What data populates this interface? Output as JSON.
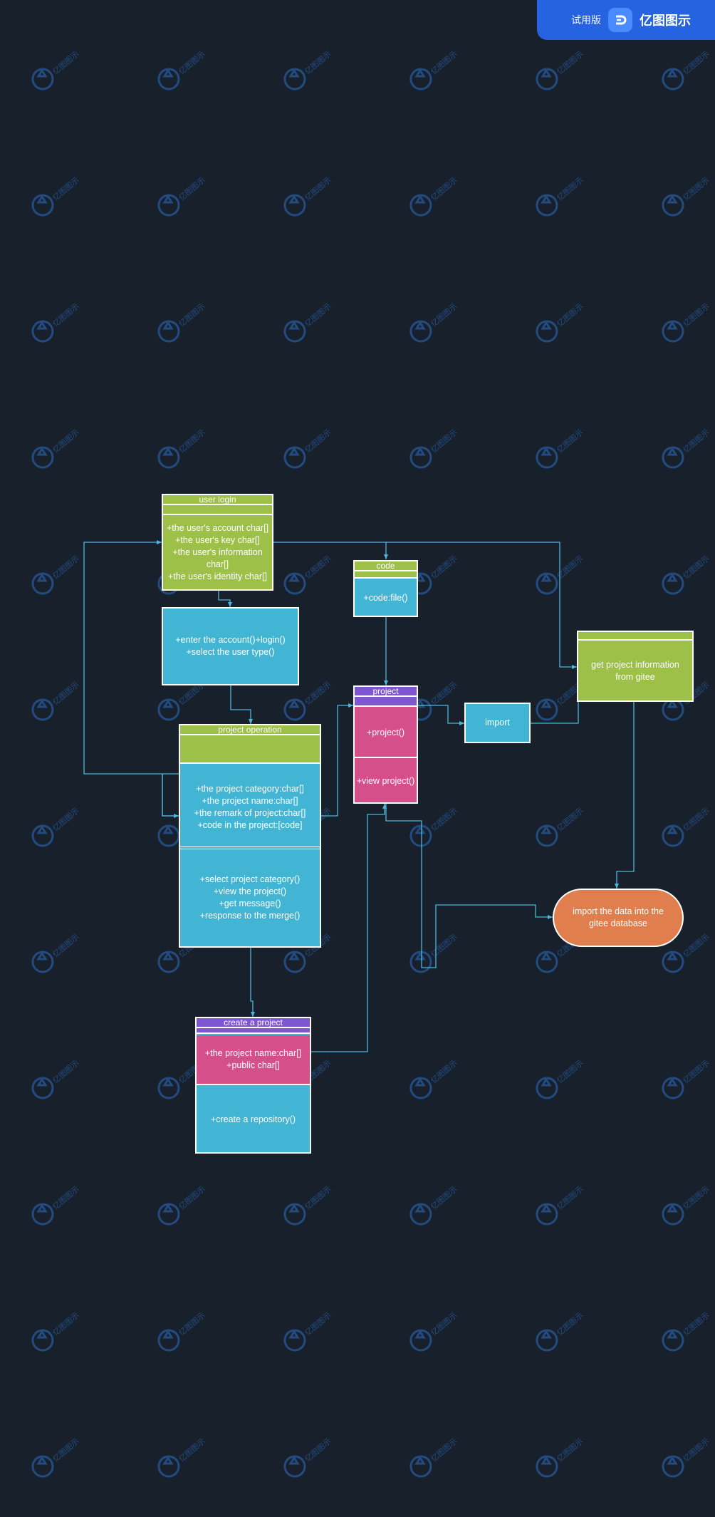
{
  "badge": {
    "trial": "试用版",
    "brand": "亿图图示",
    "watermark_text": "亿图图示"
  },
  "colors": {
    "background": "#18202c",
    "green": "#9dc048",
    "blue": "#43b5d4",
    "purple": "#7f56d2",
    "pink": "#d54f8a",
    "orange": "#e07e4d",
    "connector": "#4db7da",
    "badge": "#2563e0"
  },
  "classes": {
    "user_login": {
      "title": "user login",
      "attributes": [
        "+the user's account char[]",
        "+the user's key char[]",
        "+the user's information char[]",
        "+the user's identity char[]"
      ]
    },
    "login_methods": {
      "methods": [
        "+enter the account()+login()",
        "+select the user type()"
      ]
    },
    "project_operation": {
      "title": "project operation",
      "attributes": [
        "+the project category:char[]",
        "+the project name:char[]",
        "+the remark of project:char[]",
        "+code in the project:[code]"
      ],
      "methods": [
        "+select project category()",
        "+view the project()",
        "+get message()",
        "+response to the merge()"
      ]
    },
    "code": {
      "title": "code",
      "methods": [
        "+code:file()"
      ]
    },
    "project": {
      "title": "project",
      "attributes": [
        "+project()"
      ],
      "methods": [
        "+view project()"
      ]
    },
    "import": {
      "label": "import"
    },
    "get_project_info": {
      "label": "get project information from gitee"
    },
    "import_data": {
      "label": "import the data into the gitee database"
    },
    "create_project": {
      "title": "create a project",
      "attributes": [
        "+the project name:char[]",
        "+public char[]"
      ],
      "methods": [
        "+create a repository()"
      ]
    }
  }
}
